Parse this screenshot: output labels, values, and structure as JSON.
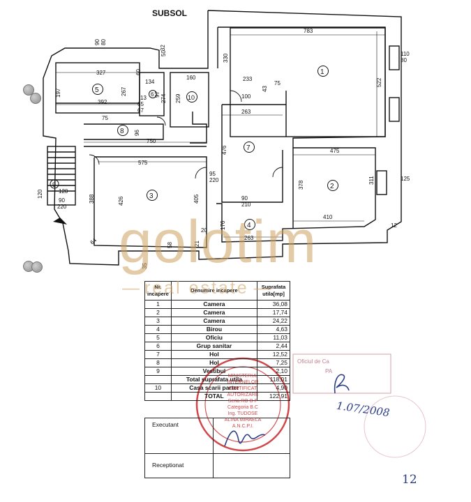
{
  "plan": {
    "title": "SUBSOL",
    "rooms": [
      "1",
      "2",
      "3",
      "4",
      "5",
      "6",
      "7",
      "8",
      "9",
      "10"
    ],
    "dimensions": [
      "783",
      "522",
      "330",
      "233",
      "75",
      "43",
      "263",
      "476",
      "475",
      "378",
      "311",
      "410",
      "575",
      "426",
      "405",
      "750",
      "327",
      "267",
      "392",
      "197",
      "160",
      "259",
      "388",
      "176",
      "263",
      "96",
      "110",
      "80",
      "90",
      "210",
      "220",
      "95",
      "100",
      "60",
      "134",
      "274",
      "97",
      "65",
      "67",
      "75",
      "120",
      "125",
      "50",
      "20",
      "21",
      "58",
      "35",
      "32",
      "64",
      "12",
      "13"
    ],
    "stair_labels": [
      "90",
      "80",
      "90",
      "220",
      "120"
    ]
  },
  "table": {
    "headers": {
      "nr": "Nr. incapere",
      "name": "Denumire incapere",
      "area": "Suprafata utila[mp]"
    },
    "rows": [
      {
        "nr": "1",
        "name": "Camera",
        "area": "36,08"
      },
      {
        "nr": "2",
        "name": "Camera",
        "area": "17,74"
      },
      {
        "nr": "3",
        "name": "Camera",
        "area": "24,22"
      },
      {
        "nr": "4",
        "name": "Birou",
        "area": "4,63"
      },
      {
        "nr": "5",
        "name": "Oficiu",
        "area": "11,03"
      },
      {
        "nr": "6",
        "name": "Grup sanitar",
        "area": "2,44"
      },
      {
        "nr": "7",
        "name": "Hol",
        "area": "12,52"
      },
      {
        "nr": "8",
        "name": "Hol",
        "area": "7,25"
      },
      {
        "nr": "9",
        "name": "Vestibul",
        "area": "2,10"
      },
      {
        "nr": "",
        "name": "Total suprafata utila",
        "area": "118,01"
      },
      {
        "nr": "10",
        "name": "Casa scarii parter",
        "area": "4,90"
      },
      {
        "nr": "",
        "name": "TOTAL",
        "area": "122,91"
      }
    ],
    "executant": "Executant",
    "receptionat": "Receptionat"
  },
  "watermark": {
    "brand": "golotim",
    "sub": "real estate"
  },
  "stamp": {
    "lines": [
      "MINISTERUL",
      "INTERNELOR",
      "CERTIFICAT",
      "AUTORIZARE",
      "Seria RO-B-F",
      "Categoria B.C",
      "Ing. TUDOSE",
      "ALINA MIHAELA",
      "A.N.C.P.I."
    ]
  },
  "blue_stamp": {
    "line1": "Oficiul de Ca",
    "line2": "PA"
  },
  "handwriting": {
    "date": "1.07/2008",
    "page_num": "12"
  },
  "colors": {
    "watermark": "#cda05f",
    "stamp_red": "#c8282d",
    "ink_blue": "#2b3f86"
  }
}
